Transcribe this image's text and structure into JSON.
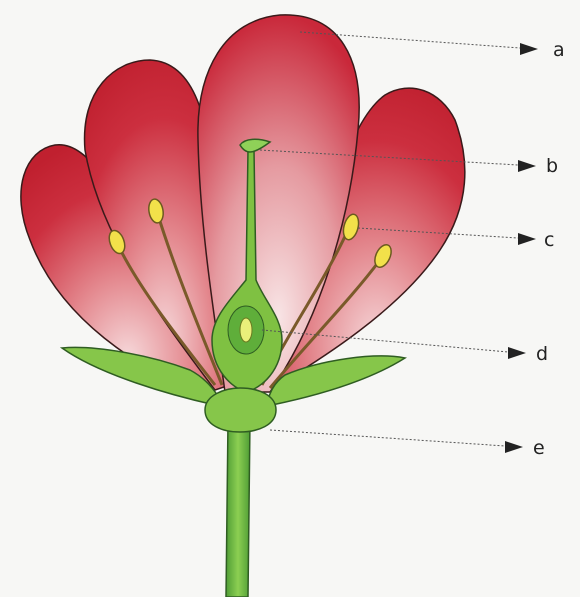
{
  "diagram": {
    "labels": [
      {
        "id": "a",
        "text": "a"
      },
      {
        "id": "b",
        "text": "b"
      },
      {
        "id": "c",
        "text": "c"
      },
      {
        "id": "d",
        "text": "d"
      },
      {
        "id": "e",
        "text": "e"
      }
    ],
    "colors": {
      "petal": "#c8283a",
      "petal_light": "#f1c9cc",
      "sepal": "#7fc142",
      "stem": "#5aa83c",
      "anther": "#f2e14a"
    }
  }
}
